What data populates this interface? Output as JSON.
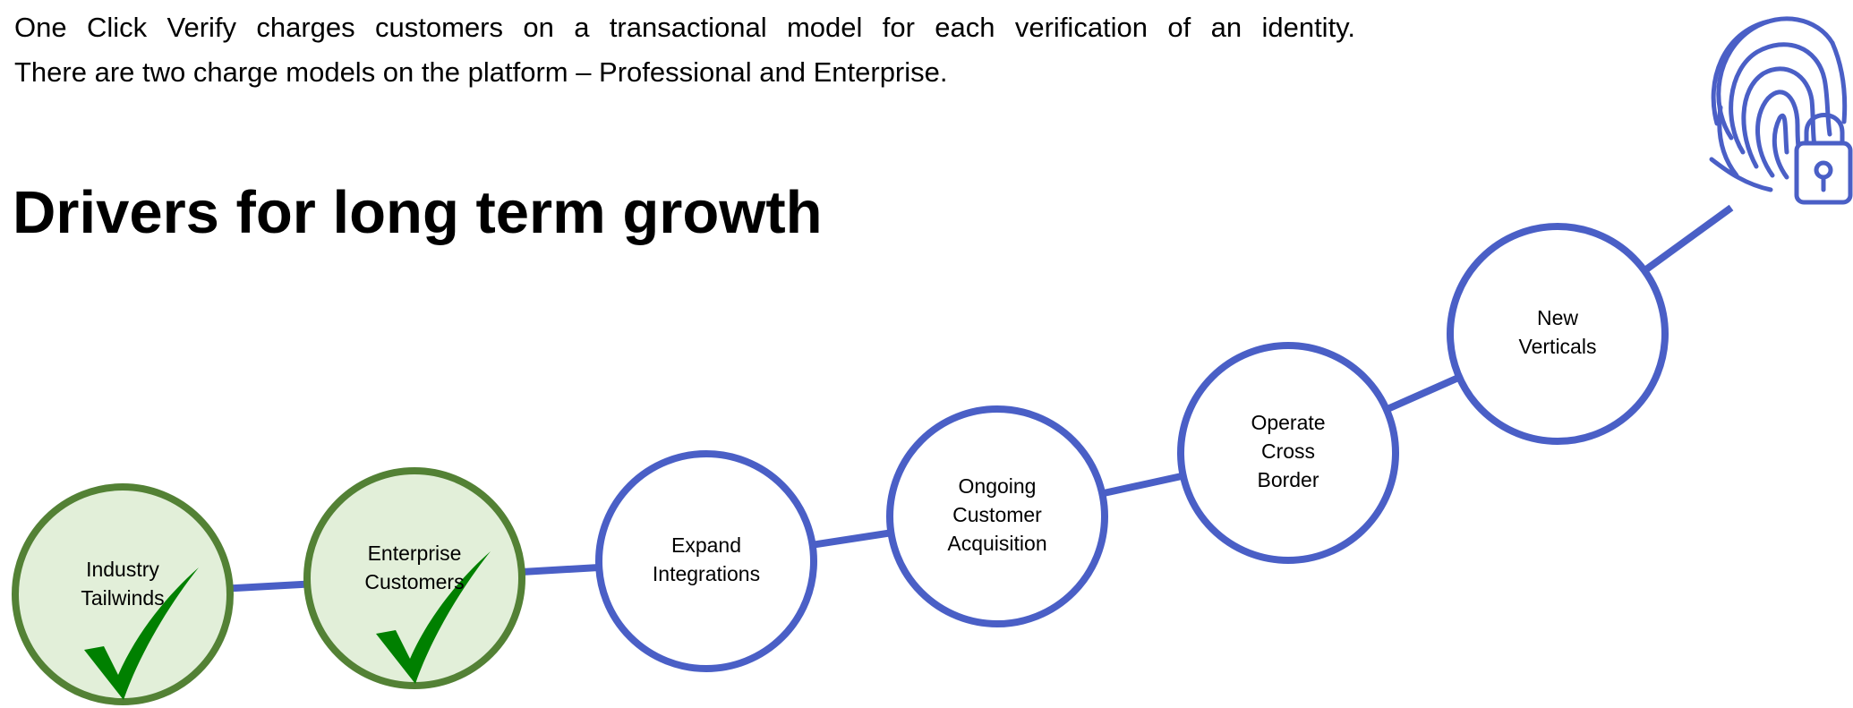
{
  "intro": {
    "line1": "One Click Verify charges customers on a transactional model for each verification of an identity.",
    "line2": "There are two charge models on the platform – Professional and Enterprise."
  },
  "heading": "Drivers for long term growth",
  "colors": {
    "accent_blue": "#4a5fc6",
    "done_green": "#538135",
    "done_fill": "#e2efd9",
    "check_green": "#008000"
  },
  "icons": {
    "top_right": "fingerprint-lock-icon",
    "completed": "checkmark-icon"
  },
  "nodes": [
    {
      "lines": [
        "Industry",
        "Tailwinds"
      ],
      "status": "done"
    },
    {
      "lines": [
        "Enterprise",
        "Customers"
      ],
      "status": "done"
    },
    {
      "lines": [
        "Expand",
        "Integrations"
      ],
      "status": "planned"
    },
    {
      "lines": [
        "Ongoing",
        "Customer",
        "Acquisition"
      ],
      "status": "planned"
    },
    {
      "lines": [
        "Operate",
        "Cross",
        "Border"
      ],
      "status": "planned"
    },
    {
      "lines": [
        "New",
        "Verticals"
      ],
      "status": "planned"
    }
  ]
}
